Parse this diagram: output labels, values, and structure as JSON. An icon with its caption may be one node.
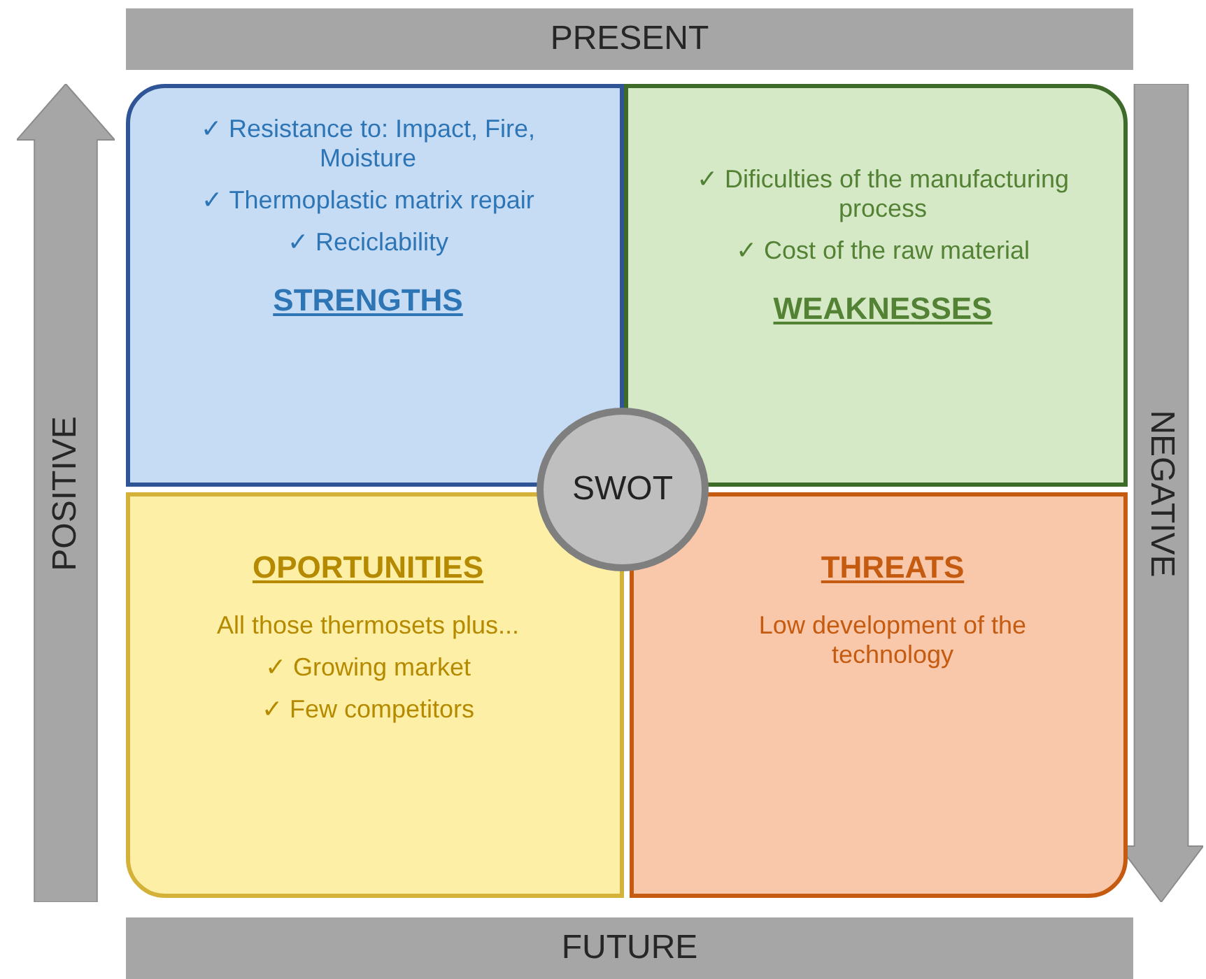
{
  "diagram": {
    "nodes": [
      {
        "text": [
          "PRESENT"
        ]
      },
      {
        "text": [
          "POSITIVE"
        ]
      },
      {
        "text": [
          "NEGATIVE"
        ]
      },
      {
        "text": [
          "✓ Resistance to: Impact, Fire, Moisture",
          "✓ Thermoplastic matrix repair",
          "✓ Reciclability",
          "STRENGTHS"
        ]
      },
      {
        "text": [
          "✓ Dificulties of the manufacturing process",
          "✓ Cost of the raw material",
          "WEAKNESSES"
        ]
      },
      {
        "text": [
          "SWOT"
        ]
      },
      {
        "text": [
          "OPORTUNITIES",
          "All those thermosets plus...",
          "✓ Growing market",
          "✓ Few competitors"
        ]
      },
      {
        "text": [
          "THREATS",
          "Low development of the technology"
        ]
      },
      {
        "text": [
          "FUTURE"
        ]
      }
    ],
    "edges": []
  }
}
